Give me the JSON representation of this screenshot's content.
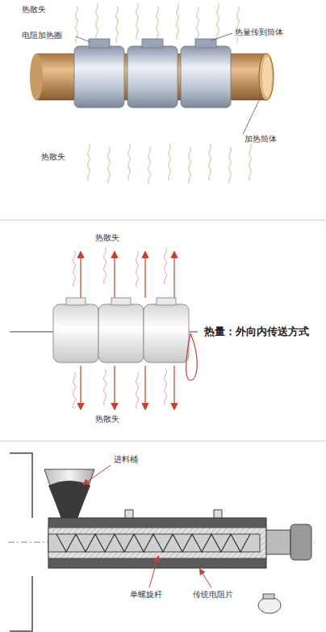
{
  "diagram": {
    "labels": [
      "热散失",
      "电阻加热圈",
      "热量传到筒体",
      "加热筒体",
      "热散失",
      "热散失",
      "热散失",
      "热量：外向内传送方式",
      "进料桶",
      "单螺旋杆",
      "传统电阻片"
    ]
  }
}
